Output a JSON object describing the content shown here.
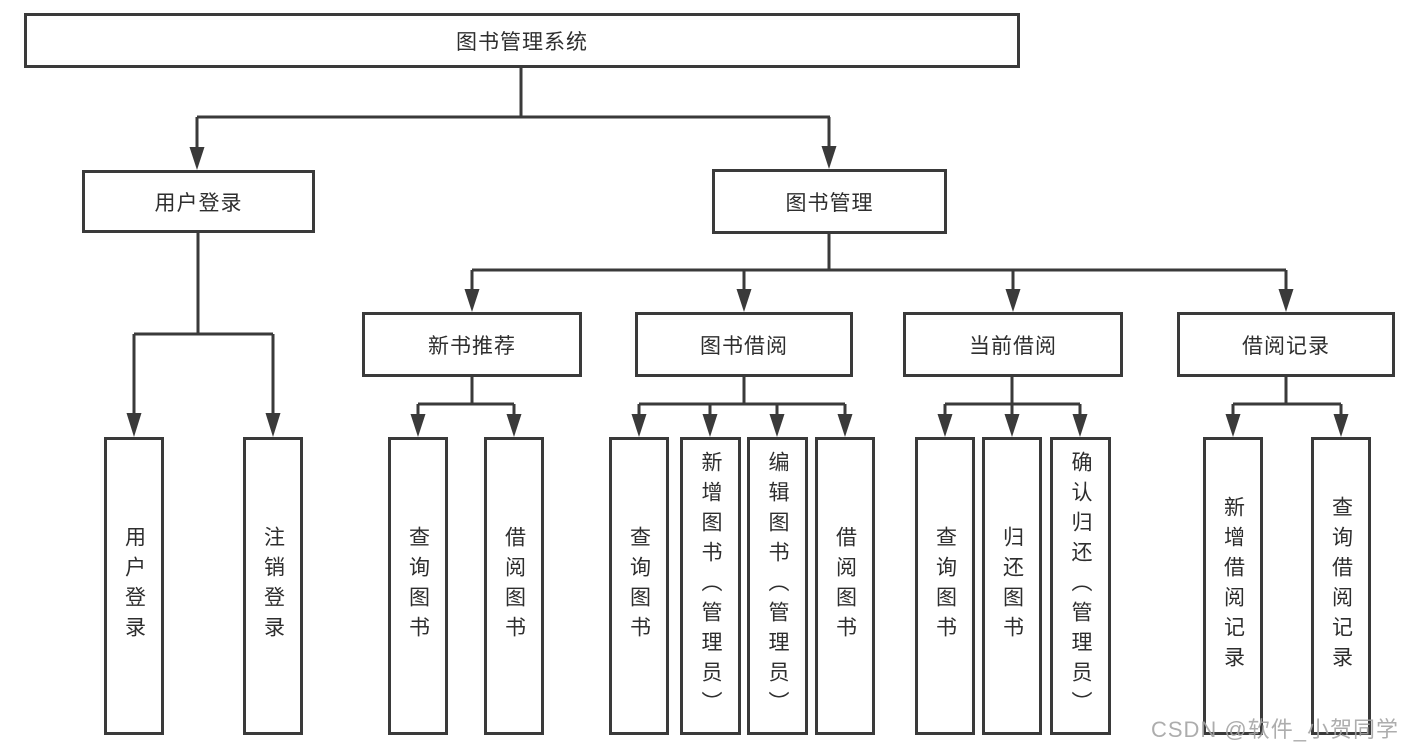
{
  "diagram": {
    "root": {
      "label": "图书管理系统"
    },
    "level2": [
      {
        "label": "用户登录"
      },
      {
        "label": "图书管理"
      }
    ],
    "level3": [
      {
        "label": "新书推荐"
      },
      {
        "label": "图书借阅"
      },
      {
        "label": "当前借阅"
      },
      {
        "label": "借阅记录"
      }
    ],
    "leaves": [
      {
        "label": "用户登录"
      },
      {
        "label": "注销登录"
      },
      {
        "label": "查询图书"
      },
      {
        "label": "借阅图书"
      },
      {
        "label": "查询图书"
      },
      {
        "label": "新增图书（管理员）"
      },
      {
        "label": "编辑图书（管理员）"
      },
      {
        "label": "借阅图书"
      },
      {
        "label": "查询图书"
      },
      {
        "label": "归还图书"
      },
      {
        "label": "确认归还（管理员）"
      },
      {
        "label": "新增借阅记录"
      },
      {
        "label": "查询借阅记录"
      }
    ],
    "watermark": {
      "text": "CSDN @软件_小贺同学"
    },
    "colors": {
      "line": "#3a3a3a",
      "box_border": "#3a3a3a",
      "text": "#2e2e2e",
      "watermark": "#a4a4a4",
      "background": "#ffffff"
    }
  }
}
